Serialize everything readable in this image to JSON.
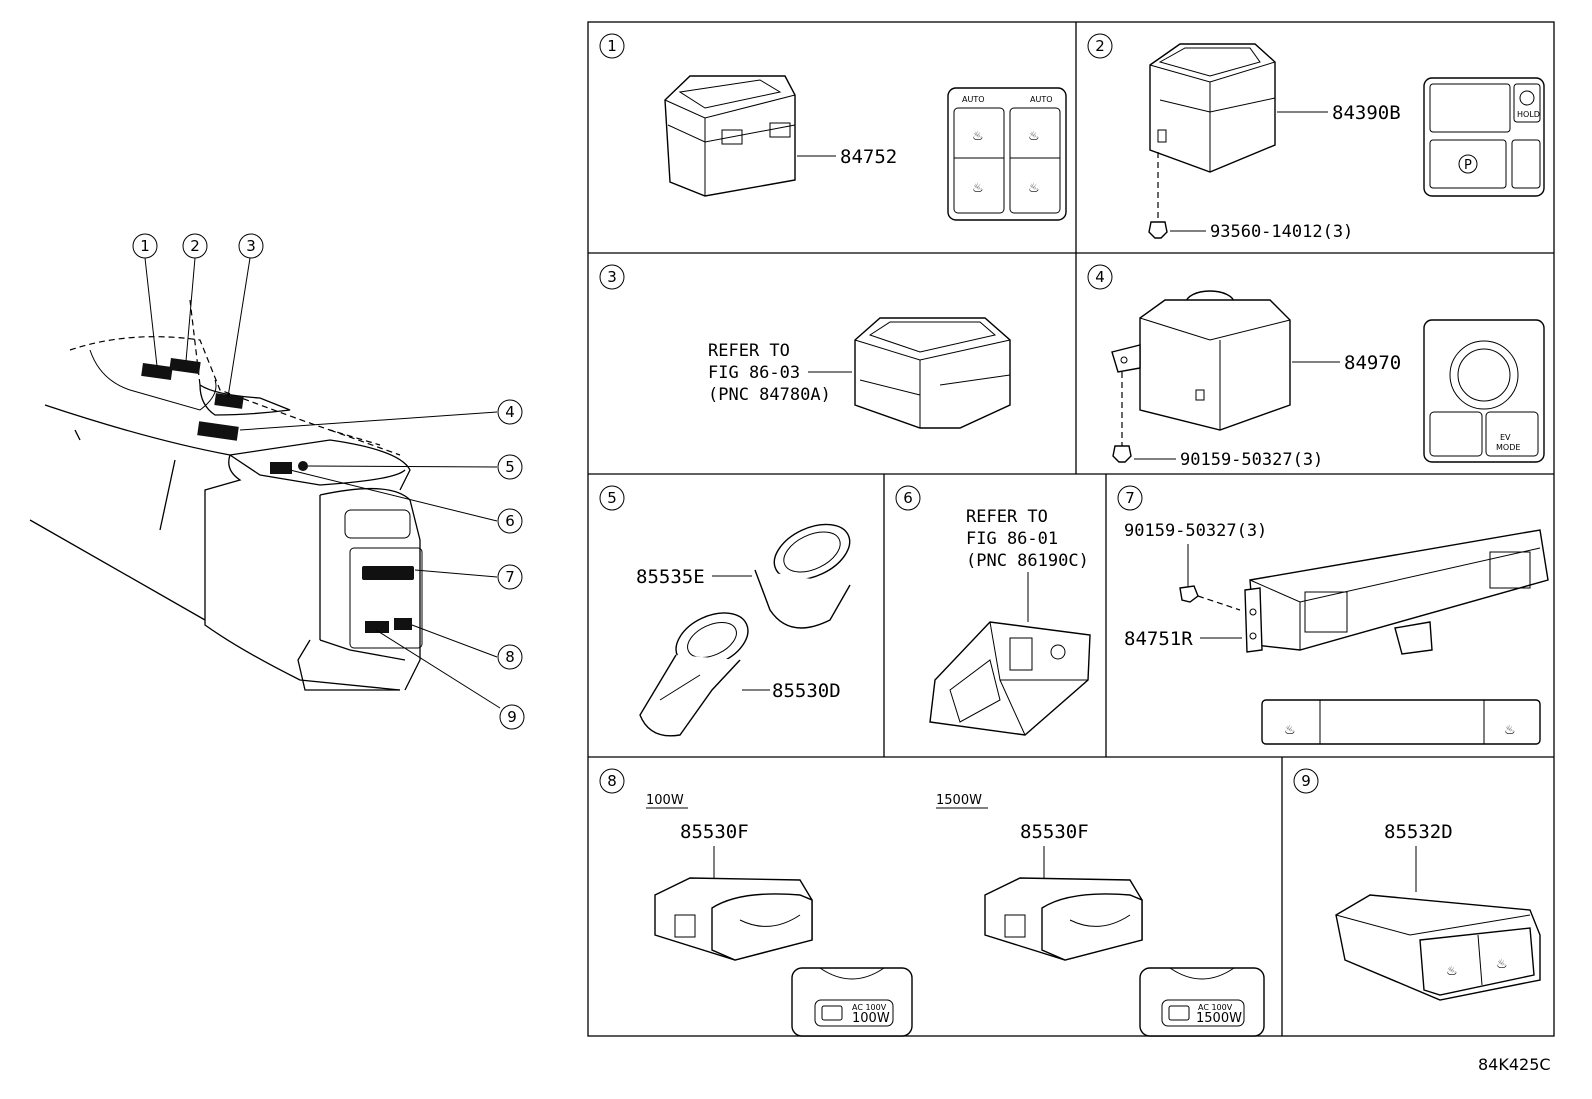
{
  "overview": {
    "callouts": [
      "1",
      "2",
      "3",
      "4",
      "5",
      "6",
      "7",
      "8",
      "9"
    ]
  },
  "panels": [
    {
      "num": "1",
      "parts": [
        "84752"
      ],
      "switch_labels": [
        "AUTO",
        "AUTO"
      ]
    },
    {
      "num": "2",
      "parts": [
        "84390B",
        "93560-14012(3)"
      ],
      "switch_labels": [
        "HOLD",
        "P"
      ]
    },
    {
      "num": "3",
      "refer": [
        "REFER TO",
        "FIG 86-03",
        "(PNC 84780A)"
      ]
    },
    {
      "num": "4",
      "parts": [
        "84970",
        "90159-50327(3)"
      ],
      "switch_labels": [
        "EV",
        "MODE"
      ]
    },
    {
      "num": "5",
      "parts": [
        "85535E",
        "85530D"
      ]
    },
    {
      "num": "6",
      "refer": [
        "REFER TO",
        "FIG 86-01",
        "(PNC 86190C)"
      ]
    },
    {
      "num": "7",
      "parts": [
        "90159-50327(3)",
        "84751R"
      ]
    },
    {
      "num": "8",
      "variants": [
        {
          "label": "100W",
          "part": "85530F",
          "badge_top": "AC 100V",
          "badge_bottom": "100W"
        },
        {
          "label": "1500W",
          "part": "85530F",
          "badge_top": "AC 100V",
          "badge_bottom": "1500W"
        }
      ]
    },
    {
      "num": "9",
      "parts": [
        "85532D"
      ]
    }
  ],
  "diagram_code": "84K425C"
}
